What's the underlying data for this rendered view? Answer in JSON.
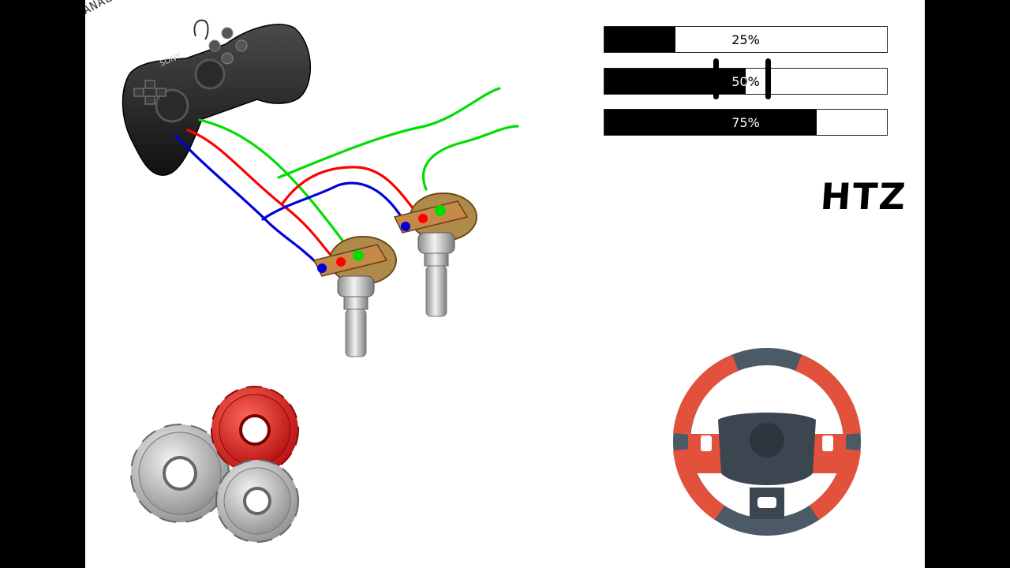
{
  "annotation": {
    "text": "ANALOGICO"
  },
  "progress_bars": [
    {
      "label": "25%",
      "fraction": 0.25
    },
    {
      "label": "50%",
      "fraction": 0.5
    },
    {
      "label": "75%",
      "fraction": 0.75
    }
  ],
  "controller": {
    "brand": "SONY",
    "icon": "gamepad-icon"
  },
  "handwritten_label": "HTZ",
  "wire_colors": {
    "signal": "#00dd00",
    "power": "#ff0000",
    "ground": "#0000dd"
  },
  "icons": {
    "gears": "gears-icon",
    "wheel": "steering-wheel-icon",
    "pot": "potentiometer-icon"
  }
}
